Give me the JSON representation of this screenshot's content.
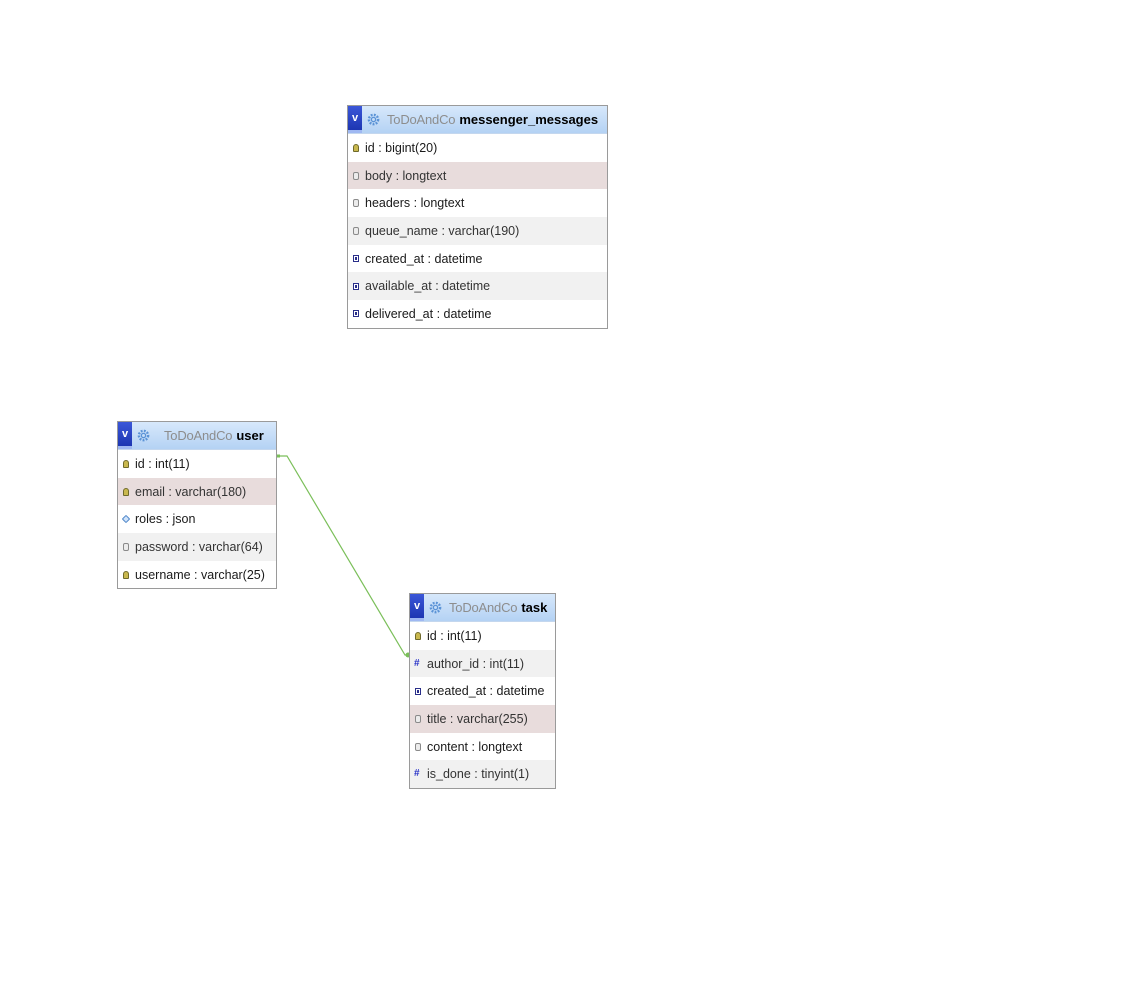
{
  "tables": [
    {
      "db": "ToDoAndCo",
      "name": "messenger_messages",
      "columns": [
        {
          "label": "id : bigint(20)",
          "icon": "key-icon"
        },
        {
          "label": "body : longtext",
          "icon": "text-icon"
        },
        {
          "label": "headers : longtext",
          "icon": "text-icon"
        },
        {
          "label": "queue_name : varchar(190)",
          "icon": "text-icon"
        },
        {
          "label": "created_at : datetime",
          "icon": "date-icon"
        },
        {
          "label": "available_at : datetime",
          "icon": "date-icon"
        },
        {
          "label": "delivered_at : datetime",
          "icon": "date-icon"
        }
      ]
    },
    {
      "db": "ToDoAndCo",
      "name": "user",
      "columns": [
        {
          "label": "id : int(11)",
          "icon": "key-icon"
        },
        {
          "label": "email : varchar(180)",
          "icon": "key-icon"
        },
        {
          "label": "roles : json",
          "icon": "json-icon"
        },
        {
          "label": "password : varchar(64)",
          "icon": "text-icon"
        },
        {
          "label": "username : varchar(25)",
          "icon": "key-icon"
        }
      ]
    },
    {
      "db": "ToDoAndCo",
      "name": "task",
      "columns": [
        {
          "label": "id : int(11)",
          "icon": "key-icon"
        },
        {
          "label": "author_id : int(11)",
          "icon": "number-icon"
        },
        {
          "label": "created_at : datetime",
          "icon": "date-icon"
        },
        {
          "label": "title : varchar(255)",
          "icon": "text-icon"
        },
        {
          "label": "content : longtext",
          "icon": "text-icon"
        },
        {
          "label": "is_done : tinyint(1)",
          "icon": "number-icon"
        }
      ]
    }
  ],
  "toggle_label": "v",
  "relations": [
    {
      "from": "user.id",
      "to": "task.author_id"
    }
  ],
  "colors": {
    "relation_line": "#7bbf5a",
    "header_top": "#d7e8fb",
    "header_bottom": "#b4d2f4",
    "highlight_row": "#e8dcdc",
    "alt_row": "#f1f1f1"
  }
}
